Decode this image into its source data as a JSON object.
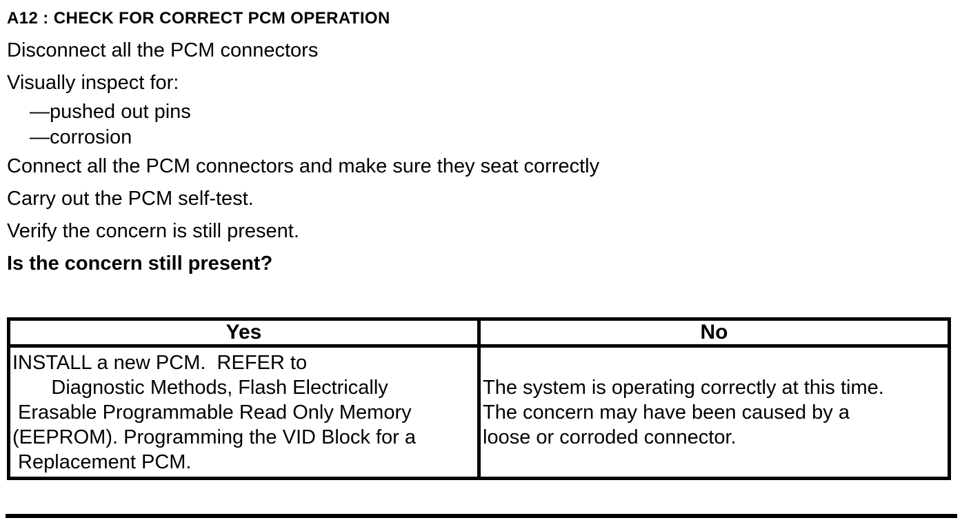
{
  "document": {
    "heading": "A12 : CHECK FOR CORRECT PCM OPERATION",
    "steps": [
      "Disconnect all the PCM connectors",
      "Visually inspect for:",
      "—pushed out pins",
      "—corrosion",
      "Connect all the PCM connectors and make sure they seat correctly",
      "Carry out the PCM self-test.",
      "Verify the concern is still present."
    ],
    "question": "Is the concern still present?",
    "result_table": {
      "yes_header": "Yes",
      "no_header": "No",
      "yes_lines": [
        "INSTALL a new PCM.  REFER to",
        "       Diagnostic Methods, Flash Electrically",
        " Erasable Programmable Read Only Memory",
        "(EEPROM). Programming the VID Block for a",
        " Replacement PCM."
      ],
      "no_lines": [
        "The system is operating correctly at this time.",
        "The concern may have been caused by a",
        "loose or corroded connector."
      ]
    },
    "colors": {
      "text": "#000000",
      "background": "#ffffff",
      "border": "#000000"
    }
  }
}
